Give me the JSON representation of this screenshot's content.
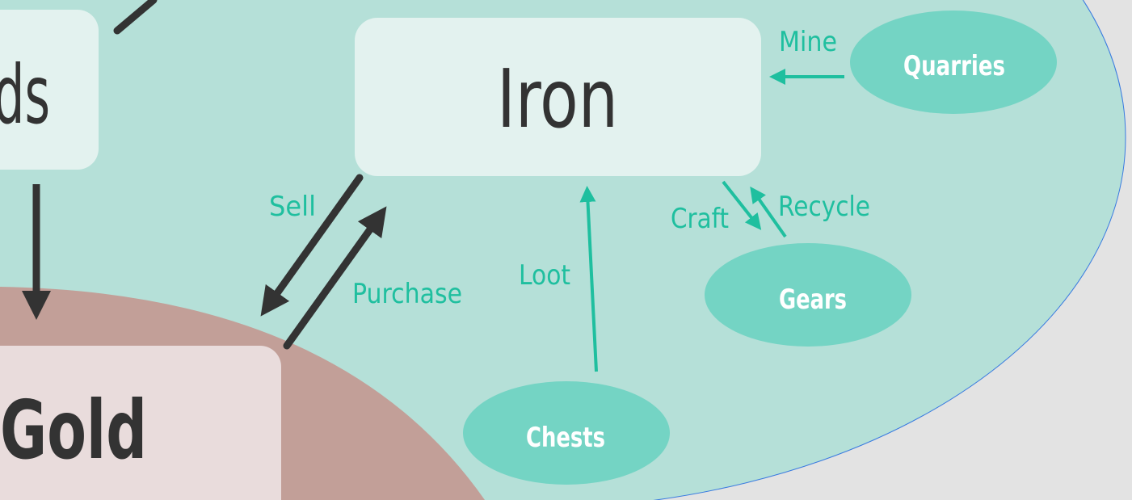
{
  "colors": {
    "background": "#e3e3e3",
    "iron_region": "#b5e0d8",
    "gold_region": "#c29f98",
    "node": "#74d4c4",
    "teal_arrow": "#1fbf9f",
    "dark_arrow": "#333333"
  },
  "boxes": {
    "partial_left": "ds",
    "iron": "Iron",
    "gold": "Gold"
  },
  "nodes": {
    "quarries": "Quarries",
    "gears": "Gears",
    "chests": "Chests"
  },
  "edges": {
    "mine": "Mine",
    "sell": "Sell",
    "purchase": "Purchase",
    "loot": "Loot",
    "craft": "Craft",
    "recycle": "Recycle"
  }
}
